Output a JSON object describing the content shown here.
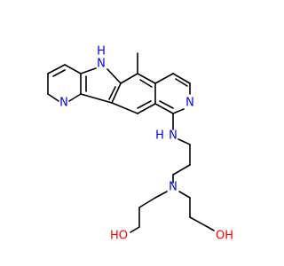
{
  "diagram_type": "skeletal chemical structure",
  "colors": {
    "bond": "#000000",
    "nitrogen": "#0000ff",
    "oxygen": "#ff0000",
    "background": "#ffffff"
  },
  "atom_labels": {
    "nh_indole": "N",
    "h_indole": "H",
    "n_pyridine_left": "N",
    "n_pyridine_right": "N",
    "nh_amine_h": "H",
    "nh_amine_n": "N",
    "n_tertiary": "N",
    "oh_left_h": "HO",
    "oh_right": "OH"
  }
}
